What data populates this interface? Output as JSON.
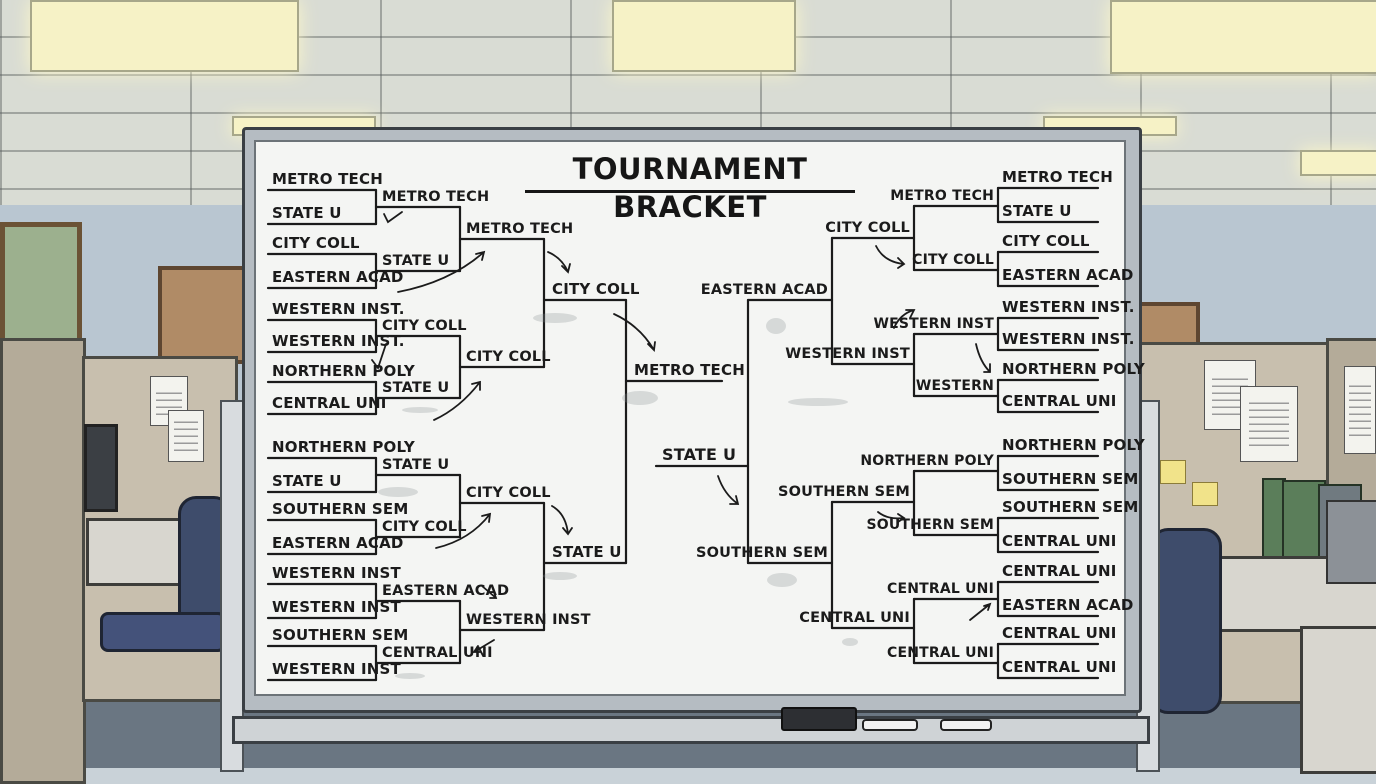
{
  "title": "TOURNAMENT BRACKET",
  "left": {
    "round1": [
      "METRO TECH",
      "STATE U",
      "CITY COLL",
      "EASTERN ACAD",
      "WESTERN INST.",
      "WESTERN INST.",
      "NORTHERN POLY",
      "CENTRAL UNI",
      "NORTHERN POLY",
      "STATE U",
      "SOUTHERN SEM",
      "EASTERN ACAD",
      "WESTERN INST",
      "WESTERN INST",
      "SOUTHERN SEM",
      "WESTERN INST"
    ],
    "round2": [
      "METRO TECH",
      "STATE U",
      "CITY COLL",
      "STATE U",
      "STATE U",
      "CITY COLL",
      "EASTERN ACAD",
      "CENTRAL UNI"
    ],
    "round3": [
      "METRO TECH",
      "CITY COLL",
      "CITY COLL",
      "WESTERN INST"
    ],
    "round4": [
      "CITY COLL",
      "STATE U"
    ],
    "round5": [
      "METRO TECH"
    ]
  },
  "right": {
    "round1": [
      "METRO TECH",
      "STATE U",
      "CITY COLL",
      "EASTERN ACAD",
      "WESTERN INST.",
      "WESTERN INST.",
      "NORTHERN POLY",
      "CENTRAL UNI",
      "NORTHERN POLY",
      "SOUTHERN SEM",
      "SOUTHERN SEM",
      "CENTRAL UNI",
      "CENTRAL UNI",
      "EASTERN ACAD",
      "CENTRAL UNI",
      "CENTRAL UNI"
    ],
    "round2": [
      "METRO TECH",
      "CITY COLL",
      "WESTERN INST",
      "WESTERN",
      "NORTHERN POLY",
      "SOUTHERN SEM",
      "CENTRAL UNI",
      "CENTRAL UNI"
    ],
    "round3": [
      "CITY COLL",
      "WESTERN INST",
      "SOUTHERN SEM",
      "CENTRAL UNI"
    ],
    "round4": [
      "EASTERN ACAD",
      "SOUTHERN SEM"
    ],
    "round5": [
      "STATE U"
    ]
  },
  "colors": {
    "ink": "#1b1b1b",
    "board": "#f4f5f3"
  }
}
